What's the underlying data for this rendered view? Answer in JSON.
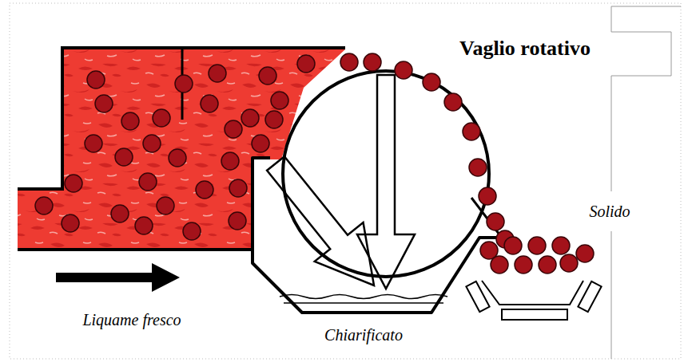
{
  "diagram": {
    "title": "Vaglio rotativo",
    "labels": [
      "Solido",
      "Liquame fresco",
      "Chiarificato"
    ]
  }
}
